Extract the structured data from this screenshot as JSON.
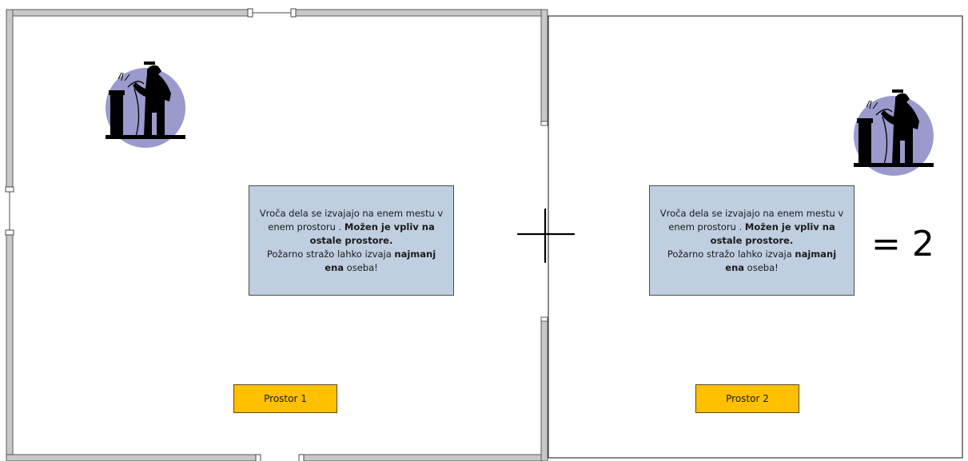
{
  "rooms": [
    {
      "label": "Prostor 1",
      "note": {
        "line1": "Vroča dela se izvajajo na enem mestu v enem prostoru .",
        "bold1": "Možen je vpliv na ostale prostore.",
        "line2": "Požarno stražo lahko izvaja",
        "bold2": "najmanj ena",
        "line3": "oseba!"
      }
    },
    {
      "label": "Prostor 2",
      "note": {
        "line1": "Vroča dela se izvajajo na enem mestu v enem prostoru .",
        "bold1": "Možen je vpliv na ostale prostore.",
        "line2": "Požarno stražo lahko izvaja",
        "bold2": "najmanj ena",
        "line3": "oseba!"
      }
    }
  ],
  "equation_result": "= 2",
  "colors": {
    "wall": "#c8c8c8",
    "note_fill": "#bfcfe0",
    "label_fill": "#ffc000",
    "welder_circle": "#9a9acc"
  }
}
